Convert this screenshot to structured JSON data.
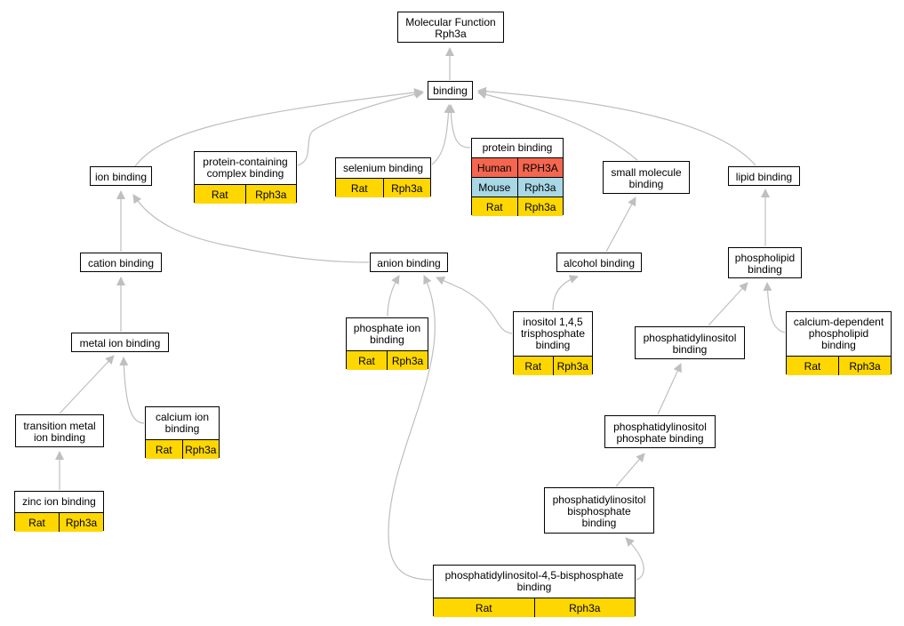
{
  "colors": {
    "edge": "#bfbfbf",
    "rat": "#ffd700",
    "human": "#f4664f",
    "mouse": "#a8d8e6",
    "node_bg": "#ffffff",
    "border": "#000000"
  },
  "nodes": {
    "molecular_function": {
      "label": "Molecular Function\nRph3a"
    },
    "binding": {
      "label": "binding"
    },
    "ion_binding": {
      "label": "ion binding"
    },
    "protein_containing_complex_binding": {
      "label": "protein-containing\ncomplex binding",
      "annotations": [
        [
          "Rat",
          "Rph3a"
        ]
      ]
    },
    "selenium_binding": {
      "label": "selenium binding",
      "annotations": [
        [
          "Rat",
          "Rph3a"
        ]
      ]
    },
    "protein_binding": {
      "label": "protein binding",
      "annotations": [
        [
          "Human",
          "RPH3A"
        ],
        [
          "Mouse",
          "Rph3a"
        ],
        [
          "Rat",
          "Rph3a"
        ]
      ]
    },
    "small_molecule_binding": {
      "label": "small molecule\nbinding"
    },
    "lipid_binding": {
      "label": "lipid binding"
    },
    "cation_binding": {
      "label": "cation binding"
    },
    "anion_binding": {
      "label": "anion binding"
    },
    "alcohol_binding": {
      "label": "alcohol binding"
    },
    "phospholipid_binding": {
      "label": "phospholipid\nbinding"
    },
    "metal_ion_binding": {
      "label": "metal ion binding"
    },
    "phosphate_ion_binding": {
      "label": "phosphate ion\nbinding",
      "annotations": [
        [
          "Rat",
          "Rph3a"
        ]
      ]
    },
    "inositol_trisphosphate_binding": {
      "label": "inositol 1,4,5\ntrisphosphate\nbinding",
      "annotations": [
        [
          "Rat",
          "Rph3a"
        ]
      ]
    },
    "phosphatidylinositol_binding": {
      "label": "phosphatidylinositol\nbinding"
    },
    "calcium_dependent_phospholipid_binding": {
      "label": "calcium-dependent\nphospholipid\nbinding",
      "annotations": [
        [
          "Rat",
          "Rph3a"
        ]
      ]
    },
    "transition_metal_ion_binding": {
      "label": "transition metal\nion binding"
    },
    "calcium_ion_binding": {
      "label": "calcium ion\nbinding",
      "annotations": [
        [
          "Rat",
          "Rph3a"
        ]
      ]
    },
    "phosphatidylinositol_phosphate_binding": {
      "label": "phosphatidylinositol\nphosphate binding"
    },
    "zinc_ion_binding": {
      "label": "zinc ion binding",
      "annotations": [
        [
          "Rat",
          "Rph3a"
        ]
      ]
    },
    "phosphatidylinositol_bisphosphate_binding": {
      "label": "phosphatidylinositol\nbisphosphate\nbinding"
    },
    "pip2_45_binding": {
      "label": "phosphatidylinositol-4,5-bisphosphate\nbinding",
      "annotations": [
        [
          "Rat",
          "Rph3a"
        ]
      ]
    }
  },
  "edges": [
    [
      "binding",
      "molecular_function"
    ],
    [
      "ion_binding",
      "binding"
    ],
    [
      "protein_containing_complex_binding",
      "binding"
    ],
    [
      "selenium_binding",
      "binding"
    ],
    [
      "protein_binding",
      "binding"
    ],
    [
      "small_molecule_binding",
      "binding"
    ],
    [
      "lipid_binding",
      "binding"
    ],
    [
      "cation_binding",
      "ion_binding"
    ],
    [
      "anion_binding",
      "ion_binding"
    ],
    [
      "metal_ion_binding",
      "cation_binding"
    ],
    [
      "transition_metal_ion_binding",
      "metal_ion_binding"
    ],
    [
      "calcium_ion_binding",
      "metal_ion_binding"
    ],
    [
      "zinc_ion_binding",
      "transition_metal_ion_binding"
    ],
    [
      "phosphate_ion_binding",
      "anion_binding"
    ],
    [
      "inositol_trisphosphate_binding",
      "anion_binding"
    ],
    [
      "pip2_45_binding",
      "anion_binding"
    ],
    [
      "alcohol_binding",
      "small_molecule_binding"
    ],
    [
      "inositol_trisphosphate_binding",
      "alcohol_binding"
    ],
    [
      "phospholipid_binding",
      "lipid_binding"
    ],
    [
      "phosphatidylinositol_binding",
      "phospholipid_binding"
    ],
    [
      "calcium_dependent_phospholipid_binding",
      "phospholipid_binding"
    ],
    [
      "phosphatidylinositol_phosphate_binding",
      "phosphatidylinositol_binding"
    ],
    [
      "phosphatidylinositol_bisphosphate_binding",
      "phosphatidylinositol_phosphate_binding"
    ],
    [
      "pip2_45_binding",
      "phosphatidylinositol_bisphosphate_binding"
    ]
  ]
}
